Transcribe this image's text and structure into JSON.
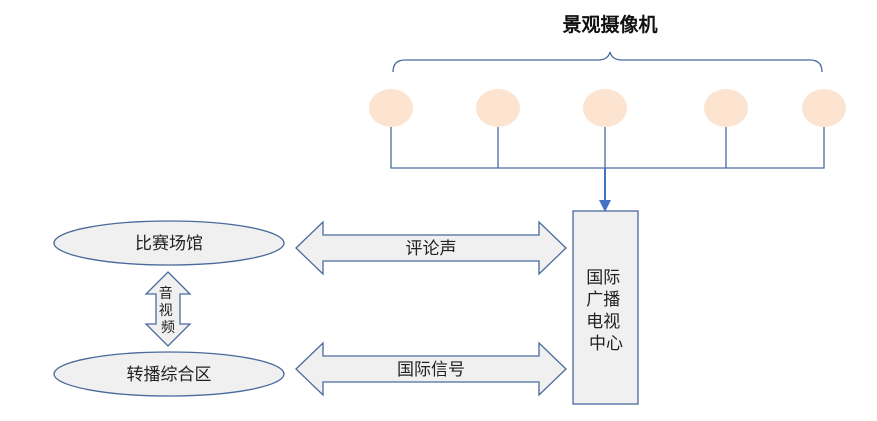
{
  "title": "景观摄像机",
  "nodes": {
    "venue": "比赛场馆",
    "broadcast_area": "转播综合区",
    "ibc_lines": [
      "国际",
      "广播",
      "电视",
      "中心"
    ]
  },
  "arrows": {
    "av_lines": [
      "音",
      "视",
      "频"
    ],
    "commentary": "评论声",
    "intl_signal": "国际信号"
  },
  "cameras_count": 5,
  "colors": {
    "camera_fill": "#fce4d0",
    "shape_fill": "#f0f0f0",
    "stroke": "#4a6a9c",
    "arrow_blue": "#4472c4"
  }
}
